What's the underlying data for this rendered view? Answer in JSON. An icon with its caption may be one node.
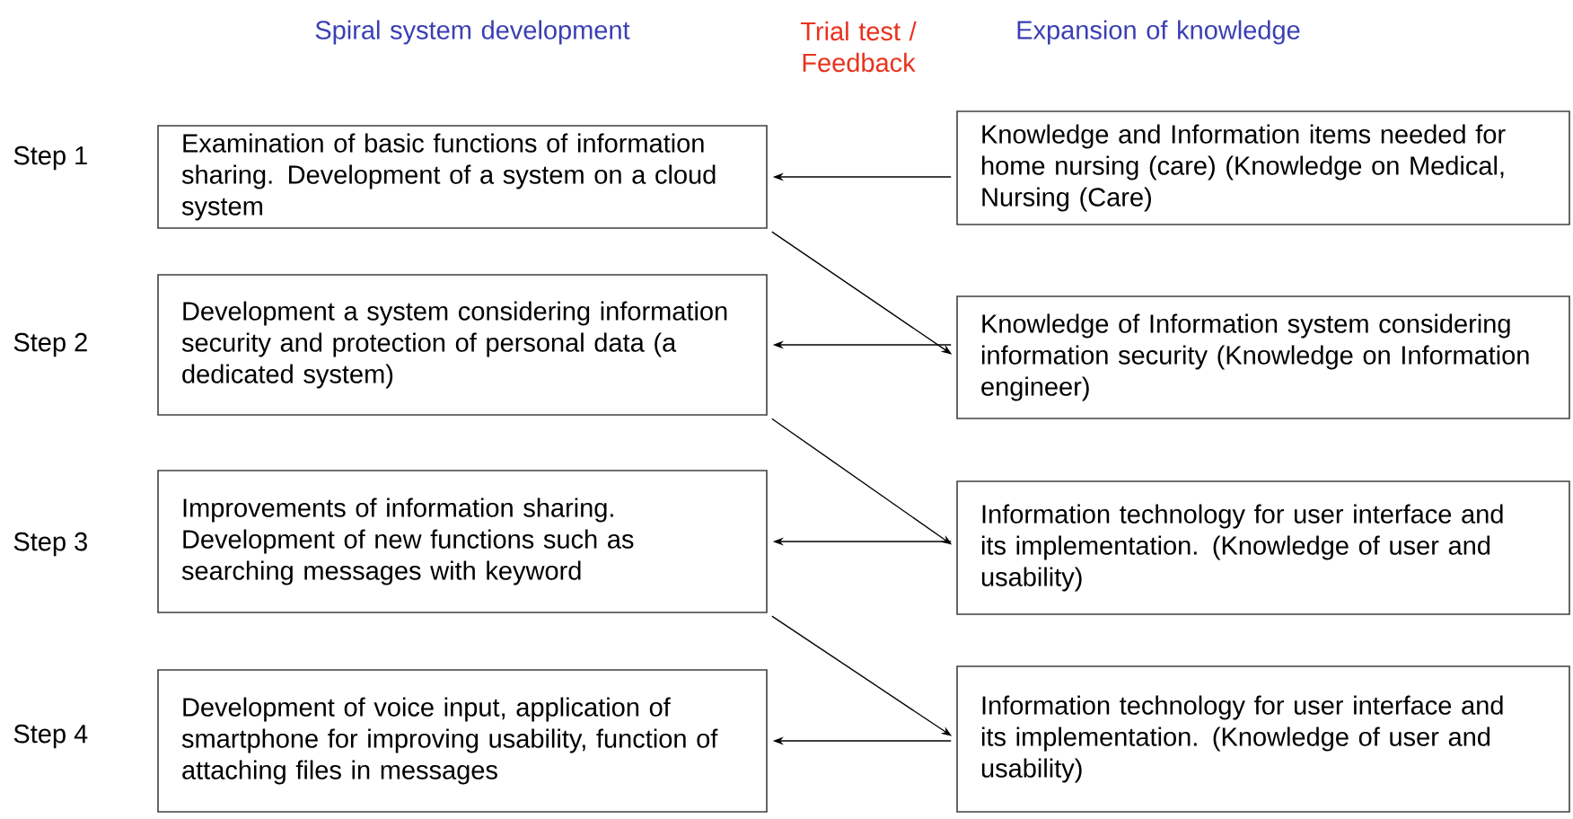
{
  "diagram": {
    "nodes": [
      {
        "text": [
          "Examination of basic functions of information sharing. Development of a system on a cloud system"
        ],
        "beside": [
          "Step 1"
        ]
      },
      {
        "text": [
          "Development a system considering information security and protection of personal data (a dedicated system)"
        ],
        "beside": [
          "Step 2"
        ]
      },
      {
        "text": [
          "Improvements of information sharing. Development of new functions such as searching messages with keyword"
        ],
        "beside": [
          "Step 3"
        ]
      },
      {
        "text": [
          "Development of voice input, application of smartphone for improving usability, function of attaching files in messages"
        ],
        "beside": [
          "Step 4"
        ]
      },
      {
        "text": [
          "Knowledge and Information items needed for home nursing (care) (Knowledge on Medical, Nursing (Care)"
        ]
      },
      {
        "text": [
          "Knowledge of Information system considering information security (Knowledge on Information engineer)"
        ]
      },
      {
        "text": [
          "Information technology for user interface and its implementation. (Knowledge of user and usability)"
        ]
      },
      {
        "text": [
          "Information technology for user interface and its implementation. (Knowledge of user and usability)"
        ]
      }
    ],
    "edges": [
      {
        "from": 4,
        "to": 0,
        "arrow": "to"
      },
      {
        "from": 0,
        "to": 5,
        "arrow": "to"
      },
      {
        "from": 5,
        "to": 1,
        "arrow": "to"
      },
      {
        "from": 1,
        "to": 6,
        "arrow": "to"
      },
      {
        "from": 6,
        "to": 2,
        "arrow": "to"
      },
      {
        "from": 2,
        "to": 7,
        "arrow": "to"
      },
      {
        "from": 7,
        "to": 3,
        "arrow": "to"
      }
    ],
    "labels": [
      "Spiral system development",
      "Trial test / Feedback",
      "Expansion of knowledge"
    ]
  }
}
